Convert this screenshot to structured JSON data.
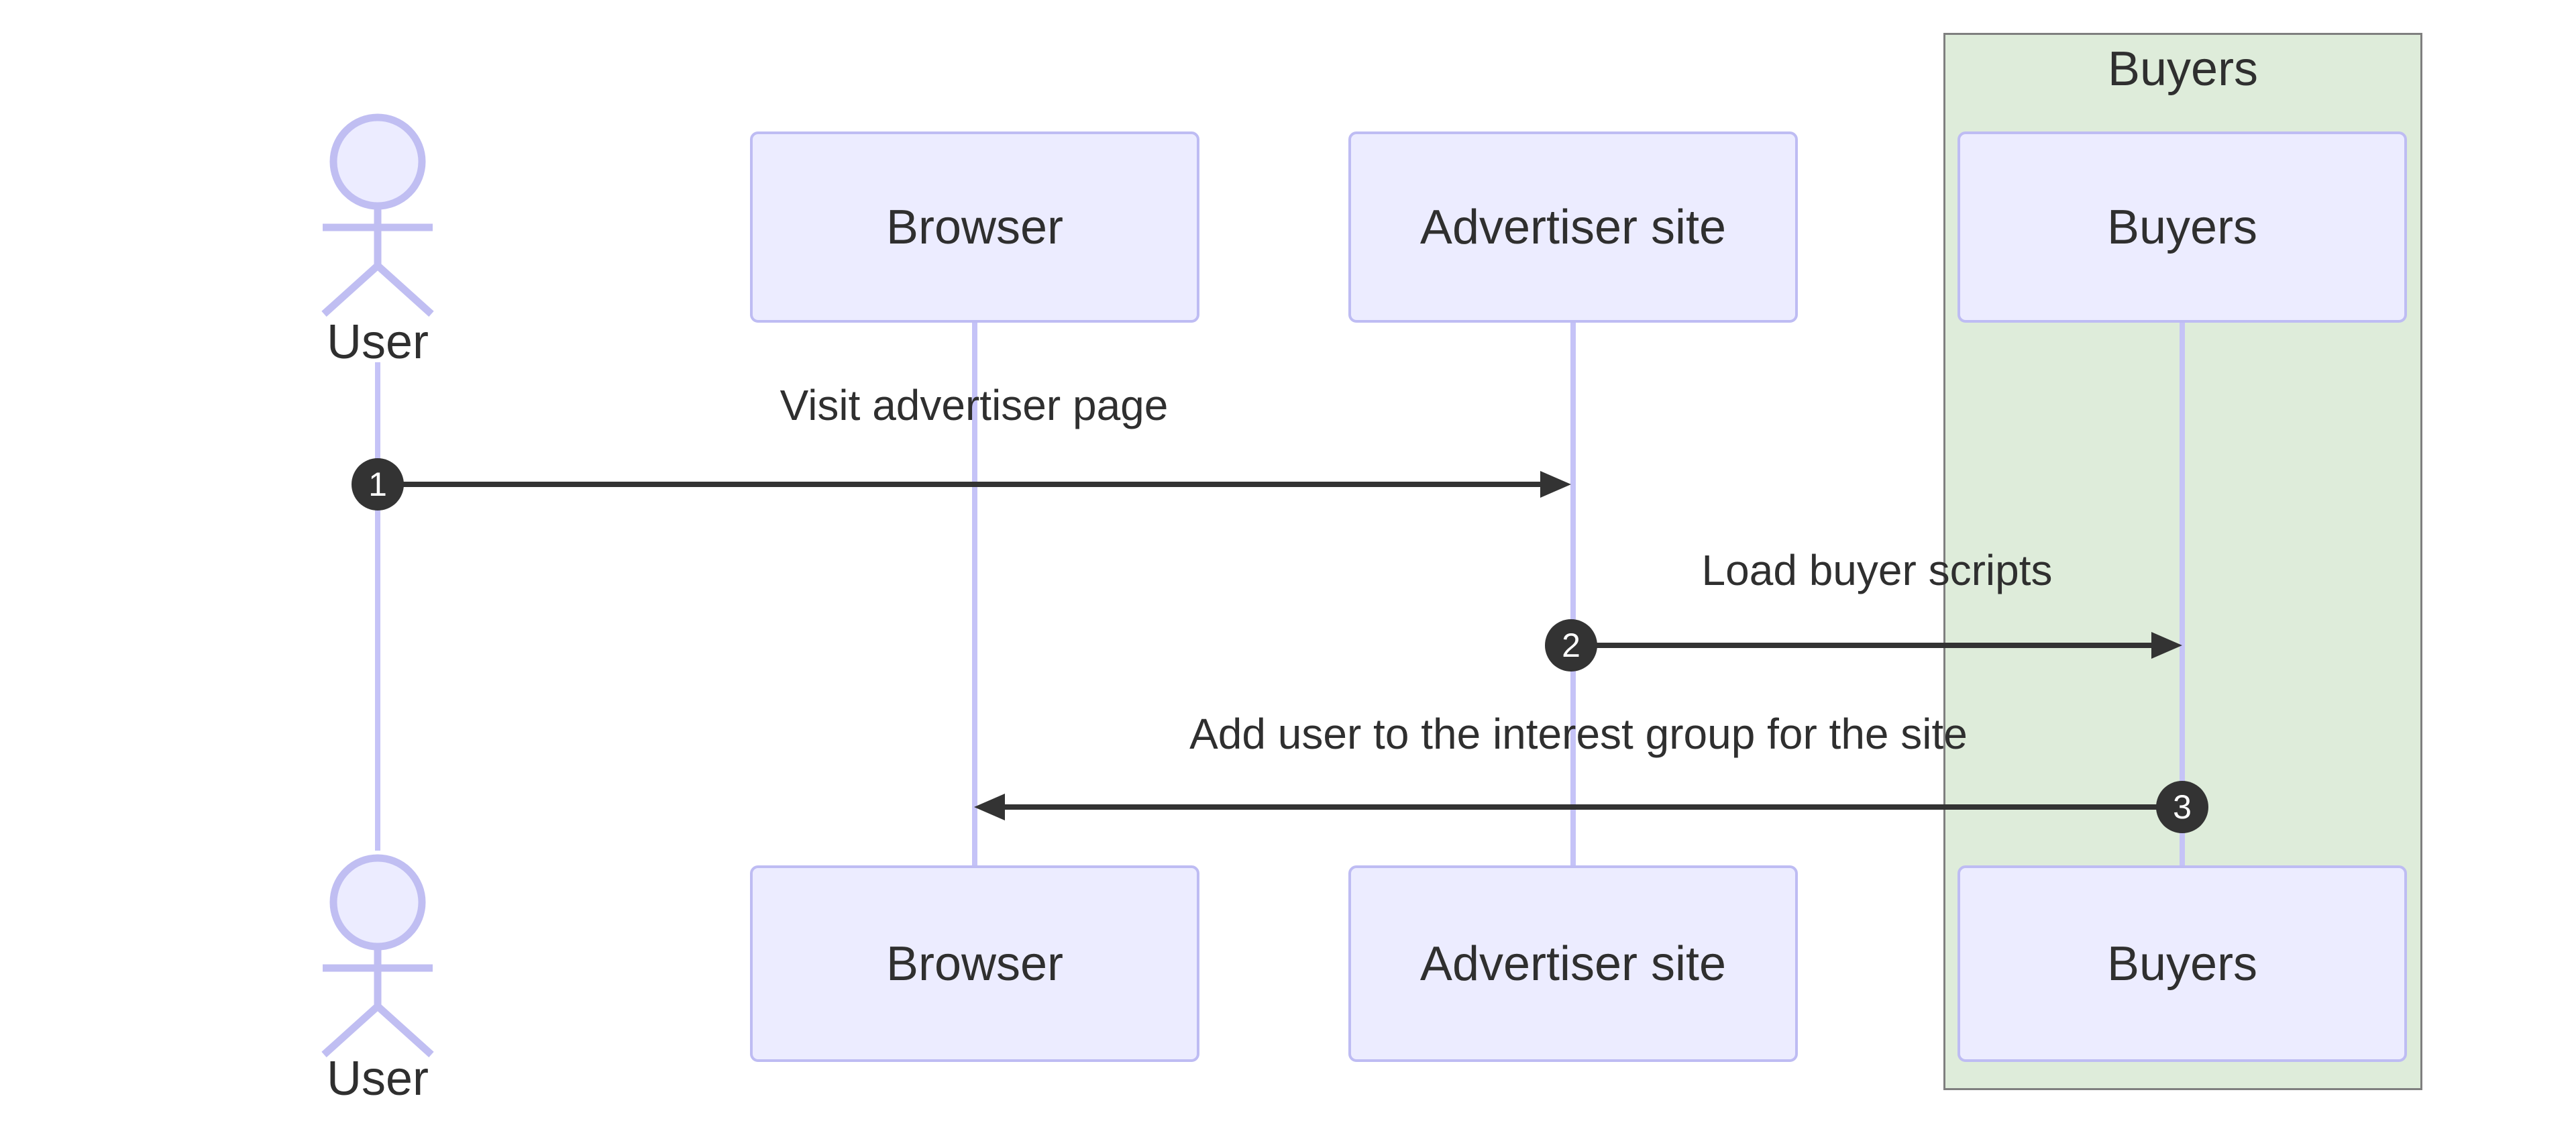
{
  "diagram": {
    "kind": "sequence-diagram",
    "colors": {
      "background": "#ffffff",
      "participant_fill": "#ececff",
      "participant_border": "#bebcf3",
      "lifeline": "#c5c3f7",
      "group_fill": "#deecda",
      "group_border": "#7f7f7f",
      "message_line": "#333333",
      "text": "#2f2f2f",
      "sequence_badge_fill": "#333333",
      "sequence_badge_text": "#ffffff"
    },
    "group": {
      "label": "Buyers"
    },
    "actors": [
      {
        "id": "user",
        "label": "User",
        "type": "actor"
      },
      {
        "id": "browser",
        "label": "Browser",
        "type": "participant"
      },
      {
        "id": "advertiser",
        "label": "Advertiser site",
        "type": "participant"
      },
      {
        "id": "buyers",
        "label": "Buyers",
        "type": "participant",
        "group": "Buyers"
      }
    ],
    "messages": [
      {
        "seq": "1",
        "label": "Visit advertiser page",
        "from": "user",
        "to": "advertiser",
        "direction": "right"
      },
      {
        "seq": "2",
        "label": "Load buyer scripts",
        "from": "advertiser",
        "to": "buyers",
        "direction": "right"
      },
      {
        "seq": "3",
        "label": "Add user to the interest group for the site",
        "from": "buyers",
        "to": "browser",
        "direction": "left"
      }
    ]
  }
}
